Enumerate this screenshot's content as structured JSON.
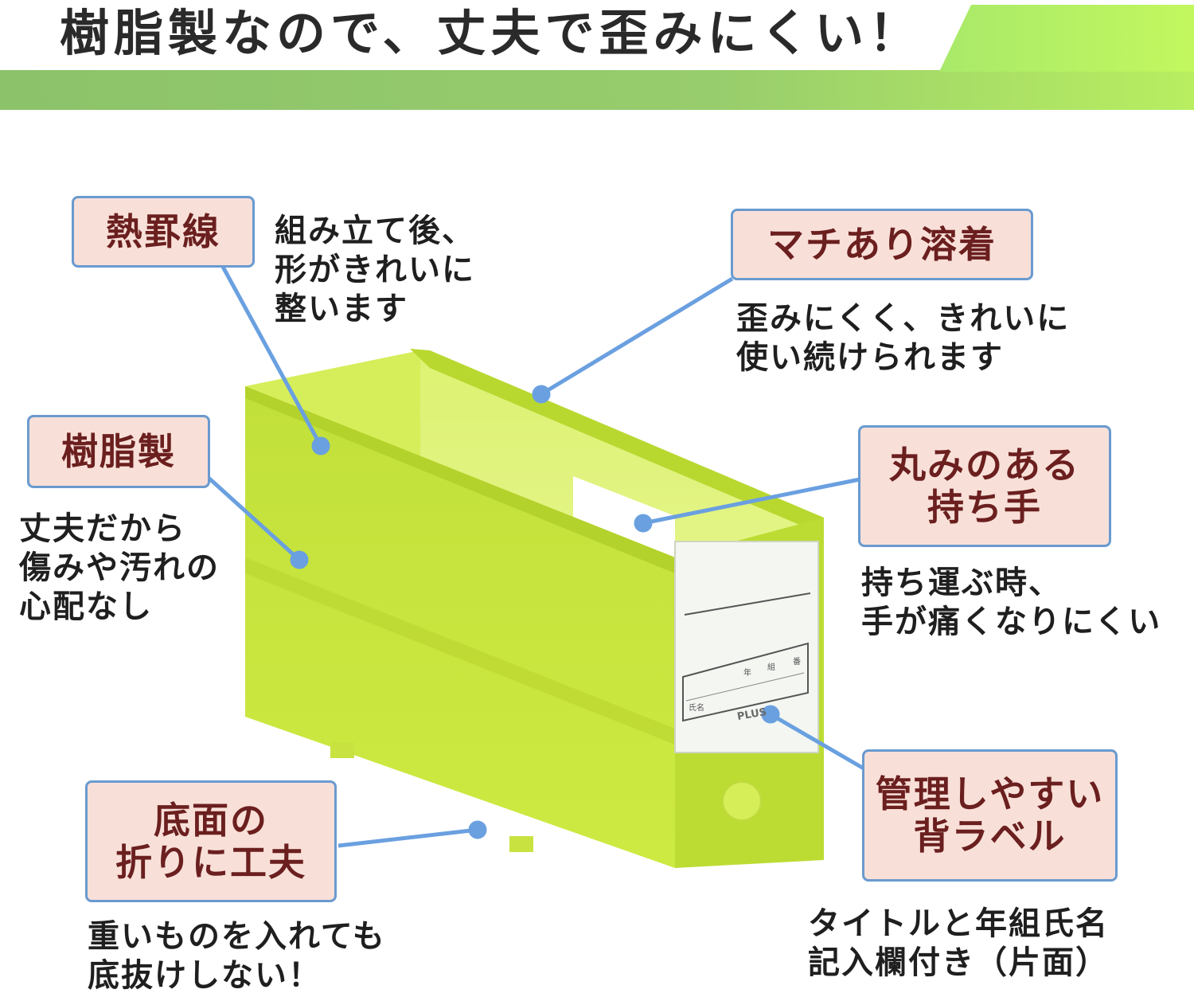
{
  "headline": "樹脂製なので、丈夫で歪みにくい！",
  "colors": {
    "callout_bg": "#f8e0d8",
    "callout_border": "#6a9ad0",
    "callout_text": "#6b1f1f",
    "header_band": "#8cc26a",
    "box_color": "#c8e63a"
  },
  "features": [
    {
      "label": "熱罫線",
      "description": "組み立て後、\n形がきれいに\n整います"
    },
    {
      "label": "マチあり溶着",
      "description": "歪みにくく、きれいに\n使い続けられます"
    },
    {
      "label": "樹脂製",
      "description": "丈夫だから\n傷みや汚れの\n心配なし"
    },
    {
      "label": "丸みのある\n持ち手",
      "description": "持ち運ぶ時、\n手が痛くなりにくい"
    },
    {
      "label": "管理しやすい\n背ラベル",
      "description": "タイトルと年組氏名\n記入欄付き（片面）"
    },
    {
      "label": "底面の\n折りに工夫",
      "description": "重いものを入れても\n底抜けしない！"
    }
  ],
  "product_label": {
    "field_year": "年",
    "field_class": "組",
    "field_number": "番",
    "field_name": "氏名",
    "brand": "PLUS"
  }
}
